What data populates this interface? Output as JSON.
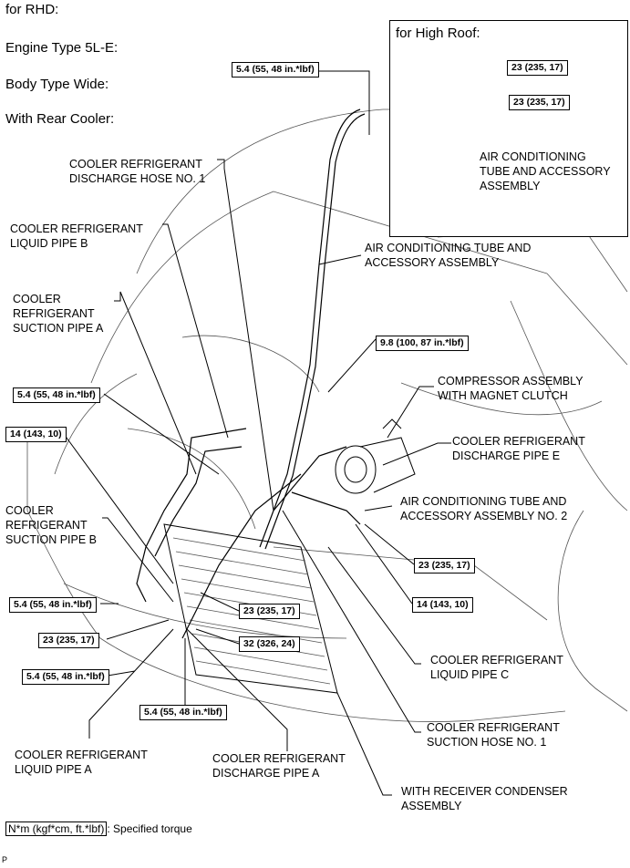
{
  "headers": {
    "rhd": "for RHD:",
    "engine": "Engine Type 5L-E:",
    "body": "Body Type Wide:",
    "rear": "With Rear Cooler:"
  },
  "inset": {
    "title": "for High Roof:",
    "torque_a": "23 (235, 17)",
    "torque_b": "23 (235, 17)",
    "part": "AIR CONDITIONING\nTUBE AND ACCESSORY\nASSEMBLY"
  },
  "labels": {
    "discharge_hose_1": "COOLER REFRIGERANT\nDISCHARGE HOSE NO. 1",
    "liquid_pipe_b": "COOLER REFRIGERANT\nLIQUID PIPE B",
    "suction_pipe_a": "COOLER\nREFRIGERANT\nSUCTION PIPE A",
    "suction_pipe_b": "COOLER\nREFRIGERANT\nSUCTION PIPE B",
    "ac_tube": "AIR CONDITIONING TUBE AND\nACCESSORY ASSEMBLY",
    "compressor": "COMPRESSOR ASSEMBLY\nWITH MAGNET CLUTCH",
    "discharge_pipe_e": "COOLER REFRIGERANT\nDISCHARGE PIPE E",
    "ac_tube_2": "AIR CONDITIONING TUBE AND\nACCESSORY ASSEMBLY NO. 2",
    "liquid_pipe_c": "COOLER REFRIGERANT\nLIQUID PIPE C",
    "suction_hose_1": "COOLER REFRIGERANT\nSUCTION HOSE NO. 1",
    "condenser": "WITH RECEIVER CONDENSER\nASSEMBLY",
    "liquid_pipe_a": "COOLER REFRIGERANT\nLIQUID PIPE A",
    "discharge_pipe_a": "COOLER REFRIGERANT\nDISCHARGE PIPE A"
  },
  "torques": {
    "t_top": "5.4 (55, 48 in.*lbf)",
    "t_98": "9.8 (100, 87 in.*lbf)",
    "t_left_54": "5.4 (55, 48 in.*lbf)",
    "t_14_left": "14 (143, 10)",
    "t_54_mid": "5.4 (55, 48 in.*lbf)",
    "t_23_left": "23 (235, 17)",
    "t_54_low": "5.4 (55, 48 in.*lbf)",
    "t_54_bottom": "5.4 (55, 48 in.*lbf)",
    "t_23_center": "23 (235, 17)",
    "t_32": "32 (326, 24)",
    "t_23_right": "23 (235, 17)",
    "t_14_right": "14 (143, 10)"
  },
  "legend": {
    "box": "N*m (kgf*cm, ft.*lbf)",
    "text": ": Specified torque"
  },
  "corner_mark": "P"
}
